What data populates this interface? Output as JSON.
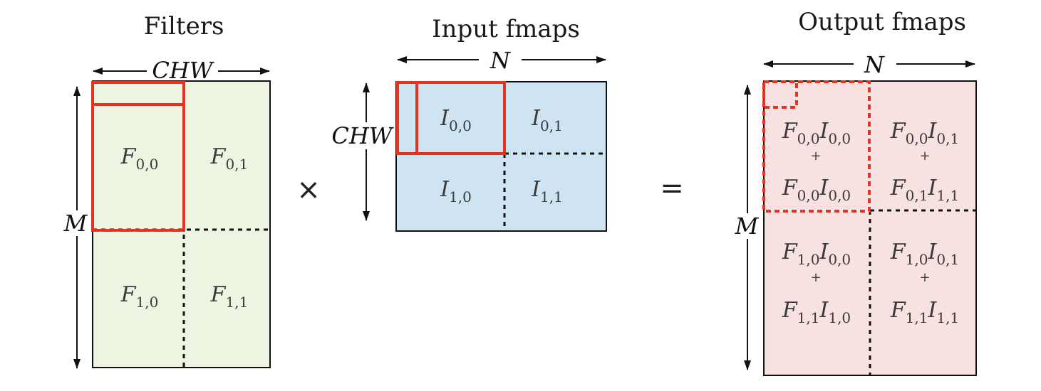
{
  "filters": {
    "title": "Filters",
    "width_label": "CHW",
    "height_label": "M",
    "fill": "#eef4e2",
    "cells": [
      {
        "base": "F",
        "sub": "0,0"
      },
      {
        "base": "F",
        "sub": "0,1"
      },
      {
        "base": "F",
        "sub": "1,0"
      },
      {
        "base": "F",
        "sub": "1,1"
      }
    ]
  },
  "times_symbol": "×",
  "inputs": {
    "title": "Input fmaps",
    "width_label": "N",
    "height_label": "CHW",
    "fill": "#cfe4f2",
    "cells": [
      {
        "base": "I",
        "sub": "0,0"
      },
      {
        "base": "I",
        "sub": "0,1"
      },
      {
        "base": "I",
        "sub": "1,0"
      },
      {
        "base": "I",
        "sub": "1,1"
      }
    ]
  },
  "equals_symbol": "=",
  "outputs": {
    "title": "Output fmaps",
    "width_label": "N",
    "height_label": "M",
    "fill": "#f7e1e1",
    "plus_symbol": "+",
    "cells": [
      {
        "top": [
          {
            "base": "F",
            "sub": "0,0"
          },
          {
            "base": "I",
            "sub": "0,0"
          }
        ],
        "bottom": [
          {
            "base": "F",
            "sub": "0,0"
          },
          {
            "base": "I",
            "sub": "0,0"
          }
        ]
      },
      {
        "top": [
          {
            "base": "F",
            "sub": "0,0"
          },
          {
            "base": "I",
            "sub": "0,1"
          }
        ],
        "bottom": [
          {
            "base": "F",
            "sub": "0,1"
          },
          {
            "base": "I",
            "sub": "1,1"
          }
        ]
      },
      {
        "top": [
          {
            "base": "F",
            "sub": "1,0"
          },
          {
            "base": "I",
            "sub": "0,0"
          }
        ],
        "bottom": [
          {
            "base": "F",
            "sub": "1,1"
          },
          {
            "base": "I",
            "sub": "1,0"
          }
        ]
      },
      {
        "top": [
          {
            "base": "F",
            "sub": "1,0"
          },
          {
            "base": "I",
            "sub": "0,1"
          }
        ],
        "bottom": [
          {
            "base": "F",
            "sub": "1,1"
          },
          {
            "base": "I",
            "sub": "1,1"
          }
        ]
      }
    ]
  },
  "colors": {
    "highlight": "#e8321e",
    "line": "#111111"
  }
}
